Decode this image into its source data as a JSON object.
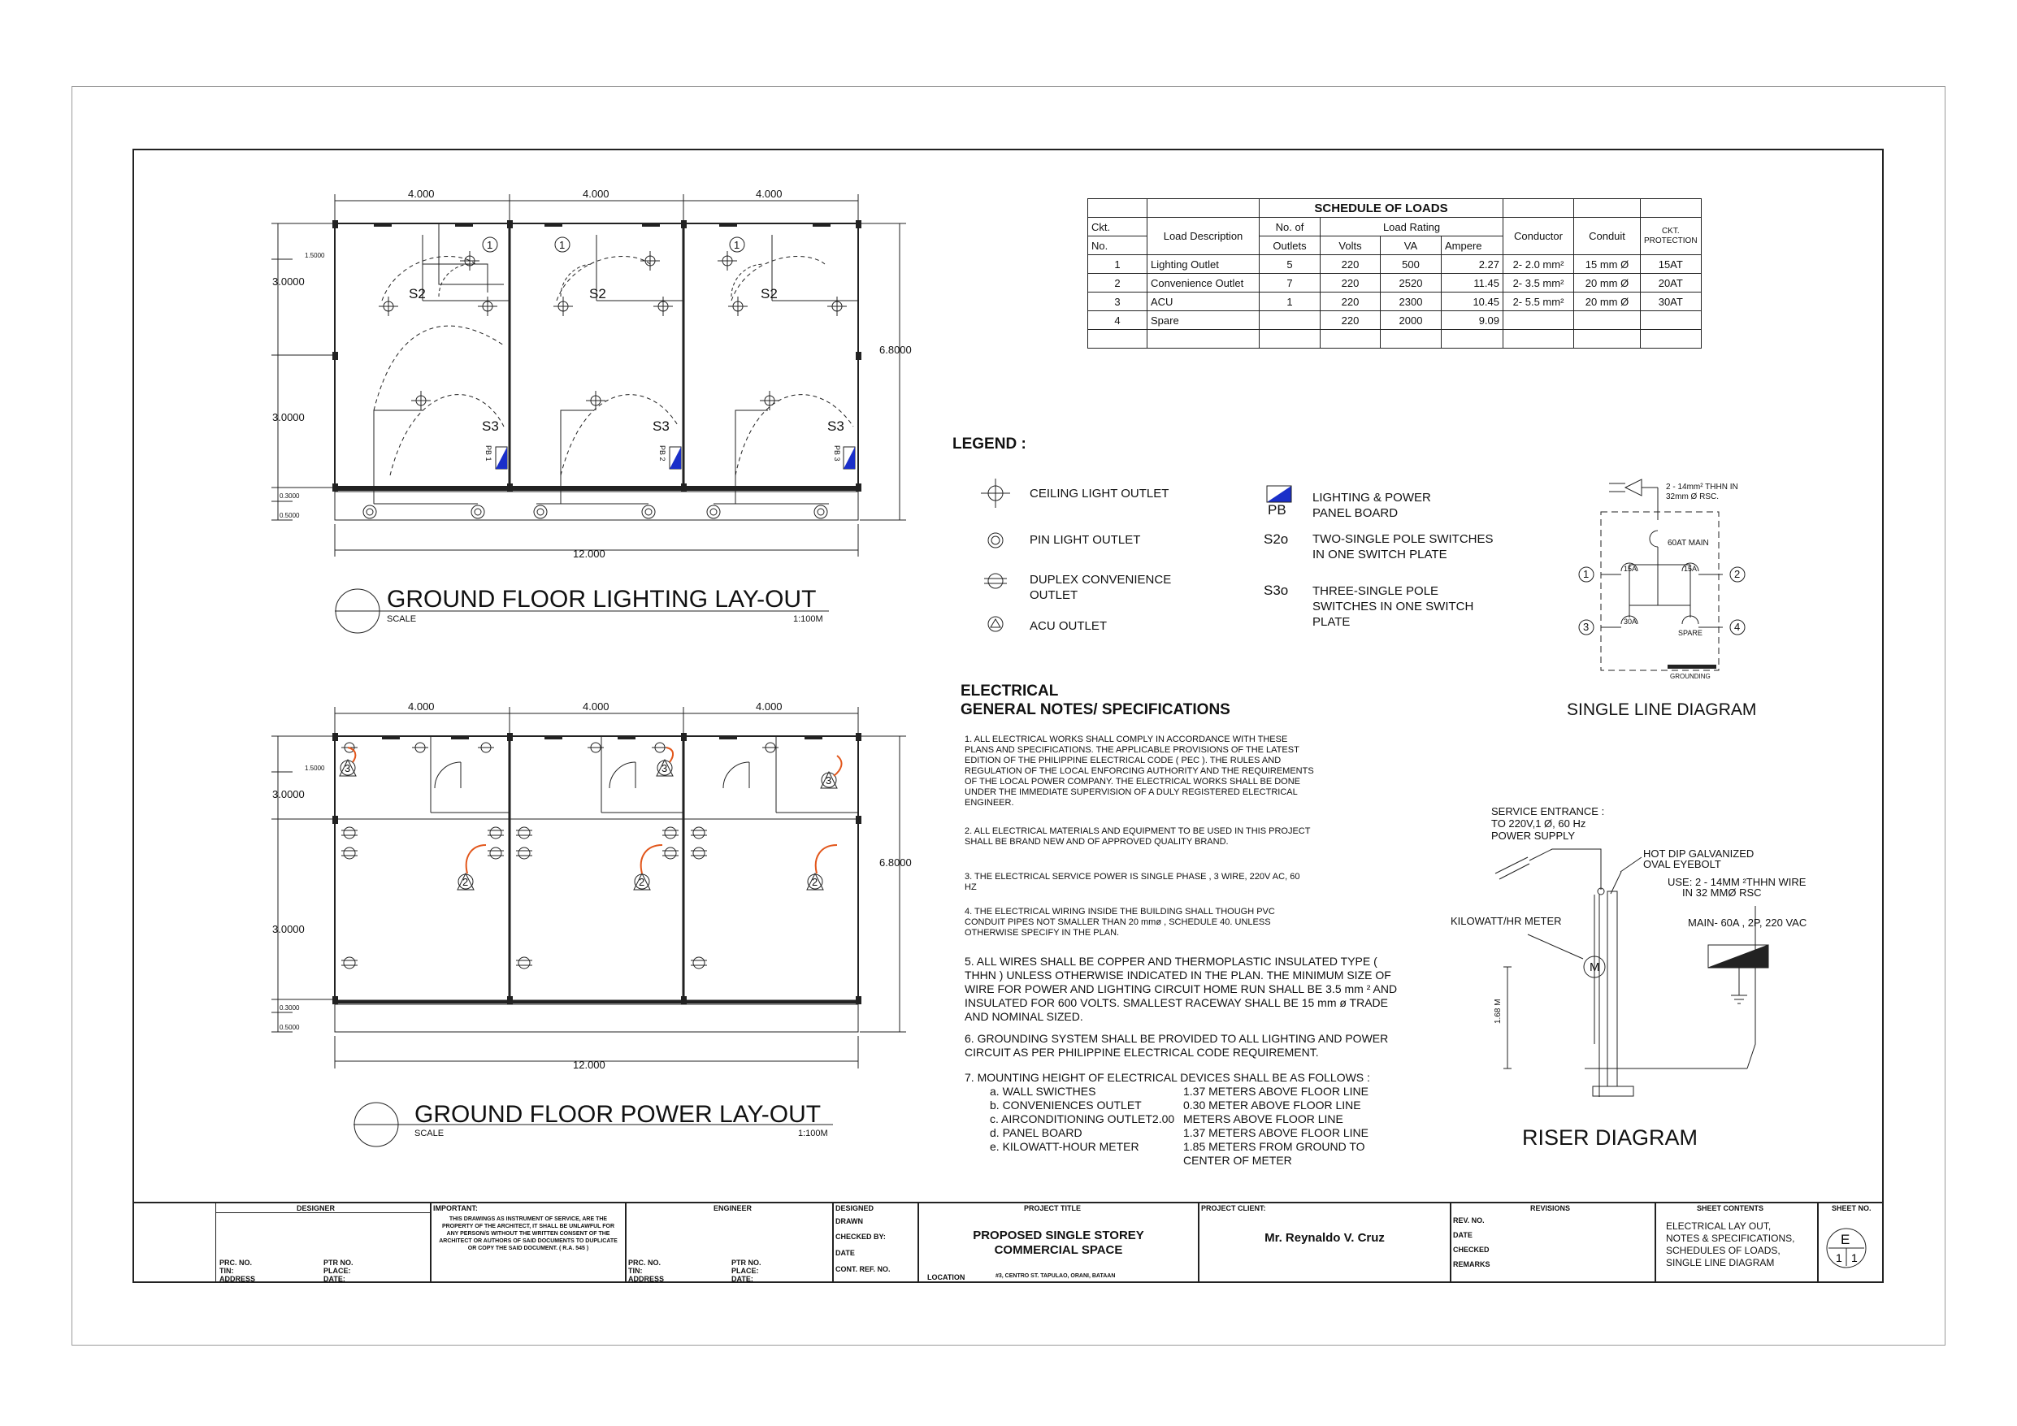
{
  "lighting_layout": {
    "title": "GROUND FLOOR LIGHTING LAY-OUT",
    "scale_label": "SCALE",
    "scale": "1:100M",
    "dim_top": [
      "4.000",
      "4.000",
      "4.000"
    ],
    "dim_bottom": "12.000",
    "dim_left": [
      "1.5000",
      "3.0000",
      "3.0000",
      "0.3000",
      "0.5000"
    ],
    "dim_right": "6.8000",
    "switch_s2": "S2",
    "switch_s3": "S3",
    "panel_labels": [
      "PB 1",
      "PB 2",
      "PB 3"
    ],
    "circuit_no": "1"
  },
  "power_layout": {
    "title": "GROUND FLOOR POWER LAY-OUT",
    "scale_label": "SCALE",
    "scale": "1:100M",
    "dim_top": [
      "4.000",
      "4.000",
      "4.000"
    ],
    "dim_bottom": "12.000",
    "dim_left": [
      "1.5000",
      "3.0000",
      "3.0000",
      "0.3000",
      "0.5000"
    ],
    "dim_right": "6.8000",
    "acu_circuit": "3",
    "conv_circuit": "2"
  },
  "schedule": {
    "title": "SCHEDULE OF LOADS",
    "headers": {
      "ckt": "Ckt.",
      "no": "No.",
      "load_desc": "Load Description",
      "no_of": "No. of",
      "outlets": "Outlets",
      "load_rating": "Load Rating",
      "volts": "Volts",
      "va": "VA",
      "ampere": "Ampere",
      "conductor": "Conductor",
      "conduit": "Conduit",
      "protection": "CKT. PROTECTION"
    },
    "rows": [
      {
        "ckt": "1",
        "desc": "Lighting Outlet",
        "outlets": "5",
        "volts": "220",
        "va": "500",
        "amp": "2.27",
        "conductor": "2- 2.0 mm²",
        "conduit": "15 mm Ø",
        "prot": "15AT"
      },
      {
        "ckt": "2",
        "desc": "Convenience Outlet",
        "outlets": "7",
        "volts": "220",
        "va": "2520",
        "amp": "11.45",
        "conductor": "2- 3.5 mm²",
        "conduit": "20 mm Ø",
        "prot": "20AT"
      },
      {
        "ckt": "3",
        "desc": "ACU",
        "outlets": "1",
        "volts": "220",
        "va": "2300",
        "amp": "10.45",
        "conductor": "2- 5.5 mm²",
        "conduit": "20 mm Ø",
        "prot": "30AT"
      },
      {
        "ckt": "4",
        "desc": "Spare",
        "outlets": "",
        "volts": "220",
        "va": "2000",
        "amp": "9.09",
        "conductor": "",
        "conduit": "",
        "prot": ""
      }
    ]
  },
  "legend": {
    "title": "LEGEND :",
    "ceiling": "CEILING LIGHT OUTLET",
    "pin": "PIN LIGHT OUTLET",
    "duplex": "DUPLEX CONVENIENCE OUTLET",
    "acu": "ACU OUTLET",
    "pb_symbol": "PB",
    "pb": "LIGHTING & POWER PANEL BOARD",
    "s2_symbol": "S2o",
    "s2": "TWO-SINGLE POLE SWITCHES IN ONE SWITCH PLATE",
    "s3_symbol": "S3o",
    "s3": "THREE-SINGLE POLE SWITCHES IN ONE SWITCH PLATE"
  },
  "notes": {
    "title1": "ELECTRICAL",
    "title2": "GENERAL NOTES/ SPECIFICATIONS",
    "n1": "1.      ALL ELECTRICAL WORKS SHALL COMPLY IN ACCORDANCE WITH THESE PLANS AND SPECIFICATIONS. THE APPLICABLE PROVISIONS OF THE LATEST EDITION OF THE PHILIPPINE ELECTRICAL CODE ( PEC ). THE RULES AND REGULATION OF THE LOCAL ENFORCING AUTHORITY AND THE REQUIREMENTS OF THE LOCAL POWER COMPANY. THE ELECTRICAL WORKS SHALL BE DONE UNDER THE IMMEDIATE SUPERVISION OF A DULY REGISTERED ELECTRICAL ENGINEER.",
    "n2": "2.      ALL ELECTRICAL MATERIALS AND EQUIPMENT TO BE USED IN THIS PROJECT SHALL BE BRAND NEW AND OF APPROVED QUALITY BRAND.",
    "n3": "3.      THE ELECTRICAL SERVICE POWER IS SINGLE PHASE , 3 WIRE, 220V AC, 60 HZ",
    "n4": "4.      THE ELECTRICAL WIRING INSIDE THE BUILDING SHALL THOUGH PVC CONDUIT PIPES NOT SMALLER THAN 20 mmø , SCHEDULE 40. UNLESS OTHERWISE SPECIFY IN THE PLAN.",
    "n5": "5.      ALL WIRES SHALL BE COPPER AND THERMOPLASTIC INSULATED TYPE ( THHN ) UNLESS OTHERWISE INDICATED IN THE PLAN. THE MINIMUM SIZE OF WIRE FOR POWER AND LIGHTING CIRCUIT HOME RUN  SHALL BE 3.5 mm ² AND INSULATED FOR 600 VOLTS. SMALLEST RACEWAY SHALL BE 15 mm ø TRADE AND NOMINAL SIZED.",
    "n6": "6.      GROUNDING SYSTEM SHALL BE PROVIDED TO ALL LIGHTING AND POWER CIRCUIT AS PER PHILIPPINE ELECTRICAL CODE REQUIREMENT.",
    "n7": "7.      MOUNTING HEIGHT OF ELECTRICAL DEVICES SHALL BE AS FOLLOWS :",
    "heights": [
      {
        "item": "a. WALL SWICTHES",
        "value": "1.37 METERS ABOVE FLOOR LINE"
      },
      {
        "item": "b. CONVENIENCES OUTLET",
        "value": "0.30 METER ABOVE FLOOR LINE"
      },
      {
        "item": "c. AIRCONDITIONING OUTLET2.00",
        "value": "METERS ABOVE FLOOR LINE"
      },
      {
        "item": "d. PANEL BOARD",
        "value": "1.37 METERS ABOVE FLOOR LINE"
      },
      {
        "item": "e. KILOWATT-HOUR METER",
        "value": "1.85 METERS FROM GROUND TO"
      },
      {
        "item": "",
        "value": "CENTER OF METER"
      }
    ]
  },
  "single_line": {
    "title": "SINGLE LINE DIAGRAM",
    "feeder1": "2 - 14mm² THHN IN",
    "feeder2": "32mm Ø RSC.",
    "main": "60AT MAIN",
    "b1": "15A",
    "b2": "15A",
    "b3": "30A",
    "spare": "SPARE",
    "grounding": "GROUNDING",
    "c1": "1",
    "c2": "2",
    "c3": "3",
    "c4": "4"
  },
  "riser": {
    "title": "RISER DIAGRAM",
    "service1": "SERVICE ENTRANCE :",
    "service2": "TO 220V,1  Ø, 60 Hz",
    "service3": "POWER SUPPLY",
    "eyebolt1": "HOT DIP GALVANIZED",
    "eyebolt2": "OVAL EYEBOLT",
    "use1": "USE: 2 - 14MM ²THHN WIRE",
    "use2": "IN  32 MMØ RSC",
    "kwh": "KILOWATT/HR METER",
    "meter": "M",
    "main": "MAIN-   60A , 2P, 220 VAC",
    "height": "1.68 M"
  },
  "title_block": {
    "designer": "DESIGNER",
    "important": "IMPORTANT:",
    "important_text": "THIS DRAWINGS AS INSTRUMENT OF SERVICE, ARE THE PROPERTY OF THE ARCHITECT, IT SHALL BE UNLAWFUL FOR ANY PERSON/S WITHOUT THE WRITTEN CONSENT OF THE ARCHITECT OR AUTHORS OF SAID DOCUMENTS TO DUPLICATE OR COPY THE SAID DOCUMENT. ( R.A. 545 )",
    "engineer": "ENGINEER",
    "prc": "PRC. NO.",
    "ptr": "PTR NO.",
    "tin": "TIN:",
    "place": "PLACE:",
    "address": "ADDRESS",
    "date_lbl": "DATE:",
    "designed": "DESIGNED",
    "drawn": "DRAWN",
    "checked_by": "CHECKED  BY:",
    "date": "DATE",
    "cont_ref": "CONT. REF. NO.",
    "project_title_lbl": "PROJECT TITLE",
    "project_title1": "PROPOSED SINGLE STOREY",
    "project_title2": "COMMERCIAL SPACE",
    "location_lbl": "LOCATION",
    "location": "#3, CENTRO ST. TAPULAO, ORANI, BATAAN",
    "client_lbl": "PROJECT CLIENT:",
    "client": "Mr. Reynaldo V. Cruz",
    "revisions": "REVISIONS",
    "rev_no": "REV. NO.",
    "rev_date": "DATE",
    "rev_checked": "CHECKED",
    "rev_remarks": "REMARKS",
    "sheet_contents_lbl": "SHEET CONTENTS",
    "sheet_contents": "ELECTRICAL LAY OUT, NOTES & SPECIFICATIONS, SCHEDULES OF LOADS, SINGLE LINE DIAGRAM",
    "sheet_no_lbl": "SHEET NO.",
    "sheet_letter": "E",
    "sheet_num": "1",
    "sheet_total": "1"
  }
}
